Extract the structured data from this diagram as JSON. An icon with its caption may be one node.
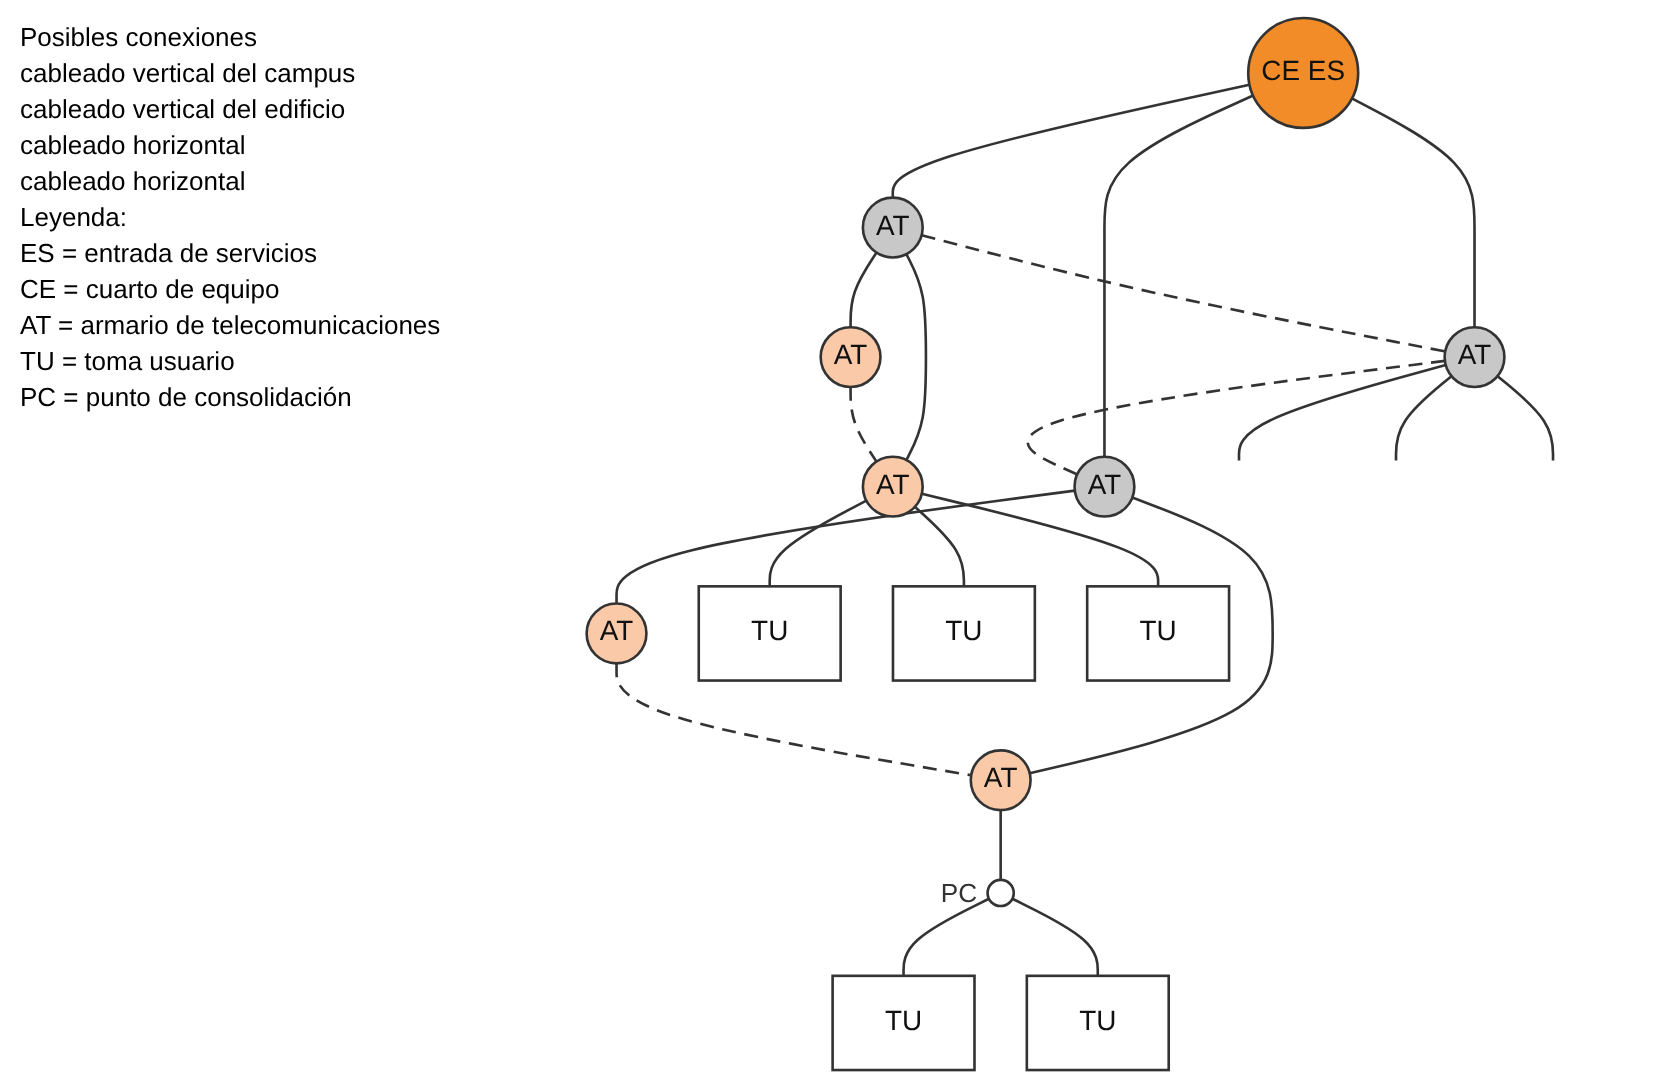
{
  "diagram": {
    "nodes": [
      {
        "text": [
          "CE ES"
        ]
      },
      {
        "text": [
          "AT"
        ]
      },
      {
        "text": [
          "AT"
        ]
      },
      {
        "text": [
          "AT"
        ]
      },
      {
        "text": [
          "AT"
        ]
      },
      {
        "text": [
          "AT"
        ]
      },
      {
        "text": [
          "AT"
        ]
      },
      {
        "text": [
          "AT"
        ]
      },
      {
        "text": [
          "TU"
        ]
      },
      {
        "text": [
          "TU"
        ]
      },
      {
        "text": [
          "TU"
        ]
      },
      {
        "text": [],
        "shape": "circle",
        "beside": [
          "PC"
        ]
      },
      {
        "text": [
          "TU"
        ]
      },
      {
        "text": [
          "TU"
        ]
      }
    ],
    "edges": [
      {
        "from": 0,
        "to": 1,
        "arrow": "none"
      },
      {
        "from": 0,
        "to": 2,
        "arrow": "none"
      },
      {
        "from": 0,
        "to": 3,
        "arrow": "none"
      },
      {
        "from": 1,
        "to": 2,
        "arrow": "none",
        "style": "dashed"
      },
      {
        "from": 2,
        "to": 3,
        "arrow": "none",
        "style": "dashed"
      },
      {
        "from": 2,
        "to": null,
        "arrow": "none"
      },
      {
        "from": 2,
        "to": null,
        "arrow": "none"
      },
      {
        "from": 2,
        "to": null,
        "arrow": "none"
      },
      {
        "from": 1,
        "to": 4,
        "arrow": "none"
      },
      {
        "from": 1,
        "to": 5,
        "arrow": "none"
      },
      {
        "from": 3,
        "to": 6,
        "arrow": "none"
      },
      {
        "from": 3,
        "to": 7,
        "arrow": "none"
      },
      {
        "from": 4,
        "to": 5,
        "arrow": "none",
        "style": "dashed"
      },
      {
        "from": 6,
        "to": 7,
        "arrow": "none",
        "style": "dashed"
      },
      {
        "from": 5,
        "to": 8,
        "arrow": "none"
      },
      {
        "from": 5,
        "to": 9,
        "arrow": "none"
      },
      {
        "from": 5,
        "to": 10,
        "arrow": "none"
      },
      {
        "from": 7,
        "to": 11,
        "arrow": "none"
      },
      {
        "from": 11,
        "to": 12,
        "arrow": "none"
      },
      {
        "from": 11,
        "to": 13,
        "arrow": "none"
      }
    ],
    "labels": [
      "Posibles conexiones",
      "cableado vertical del campus",
      "cableado vertical del edificio",
      "cableado horizontal",
      "cableado horizontal",
      "Leyenda:",
      "ES = entrada de servicios",
      "CE = cuarto de equipo",
      "AT = armario de telecomunicaciones",
      "TU = toma usuario",
      "PC = punto de consolidación"
    ]
  }
}
